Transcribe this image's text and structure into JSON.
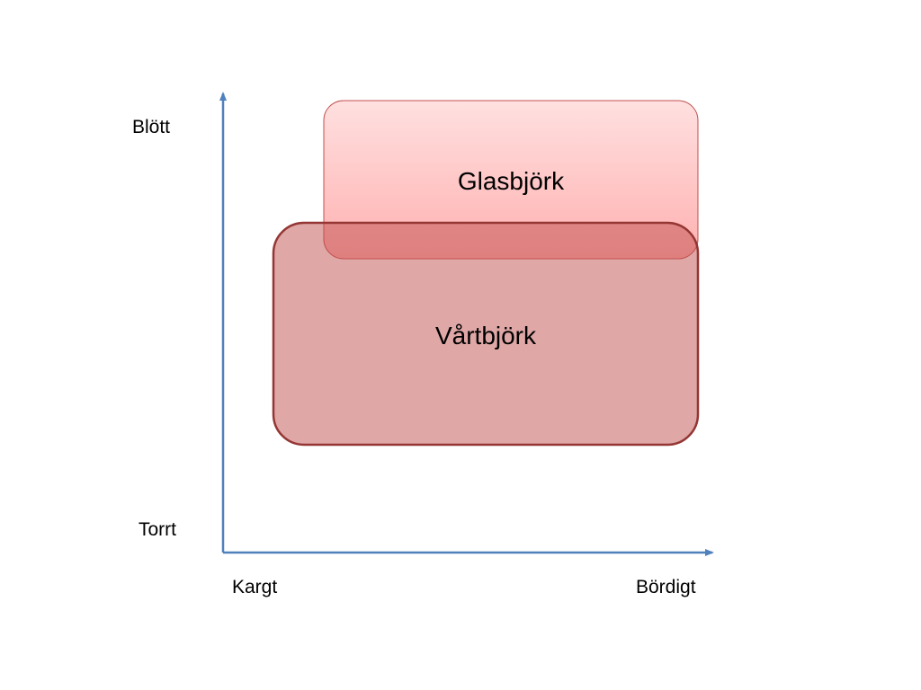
{
  "axes": {
    "y_top_label": "Blött",
    "y_bottom_label": "Torrt",
    "x_left_label": "Kargt",
    "x_right_label": "Bördigt",
    "color": "#4f81bd"
  },
  "regions": [
    {
      "name": "glasbjork",
      "label": "Glasbjörk",
      "fill_top": "#ffe0e0",
      "fill_bottom": "#ffb0b0",
      "stroke": "#c0504d"
    },
    {
      "name": "vartbjork",
      "label": "Vårtbjörk",
      "fill": "#c0504d",
      "stroke": "#943634"
    }
  ]
}
